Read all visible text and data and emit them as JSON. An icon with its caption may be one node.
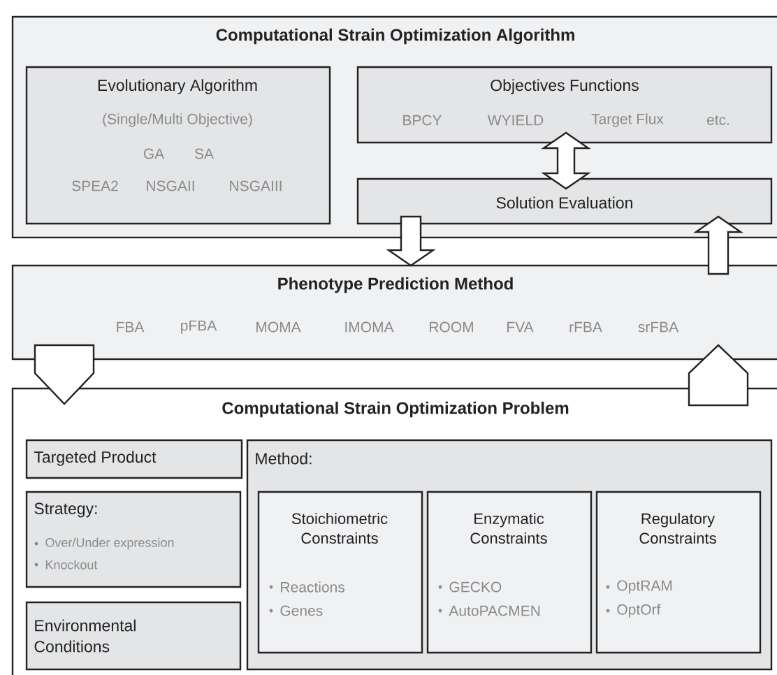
{
  "diagram": {
    "nodes": [
      {
        "text": [
          "Computational Strain Optimization Algorithm"
        ]
      },
      {
        "text": [
          "Evolutionary Algorithm",
          "(Single/Multi Objective)",
          "GA",
          "SA",
          "SPEA2",
          "NSGAII",
          "NSGAIII"
        ],
        "in": 0
      },
      {
        "text": [
          "Objectives Functions",
          "BPCY",
          "WYIELD",
          "Target Flux",
          "etc."
        ],
        "in": 0
      },
      {
        "text": [
          "Solution Evaluation"
        ],
        "in": 0
      },
      {
        "text": [
          "Phenotype Prediction Method",
          "FBA",
          "pFBA",
          "MOMA",
          "IMOMA",
          "ROOM",
          "FVA",
          "rFBA",
          "srFBA"
        ]
      },
      {
        "text": [
          "Computational Strain Optimization Problem"
        ]
      },
      {
        "text": [
          "Targeted Product"
        ],
        "in": 5
      },
      {
        "text": [
          "Strategy:",
          "Over/Under expression",
          "Knockout"
        ],
        "in": 5
      },
      {
        "text": [
          "Environmental Conditions"
        ],
        "in": 5
      },
      {
        "text": [
          "Method:"
        ],
        "in": 5
      },
      {
        "text": [
          "Stoichiometric Constraints",
          "Reactions",
          "Genes"
        ],
        "in": 9
      },
      {
        "text": [
          "Enzymatic Constraints",
          "GECKO",
          "AutoPACMEN"
        ],
        "in": 9
      },
      {
        "text": [
          "Regulatory Constraints",
          "OptRAM",
          "OptOrf"
        ],
        "in": 9
      }
    ],
    "edges": [
      {
        "from": 2,
        "to": 3,
        "arrow": "both"
      },
      {
        "from": 3,
        "to": 4,
        "arrow": "to"
      },
      {
        "from": 4,
        "to": 3,
        "arrow": "to"
      },
      {
        "from": 4,
        "to": 5,
        "arrow": "to"
      },
      {
        "from": 5,
        "to": 4,
        "arrow": "to"
      }
    ]
  }
}
